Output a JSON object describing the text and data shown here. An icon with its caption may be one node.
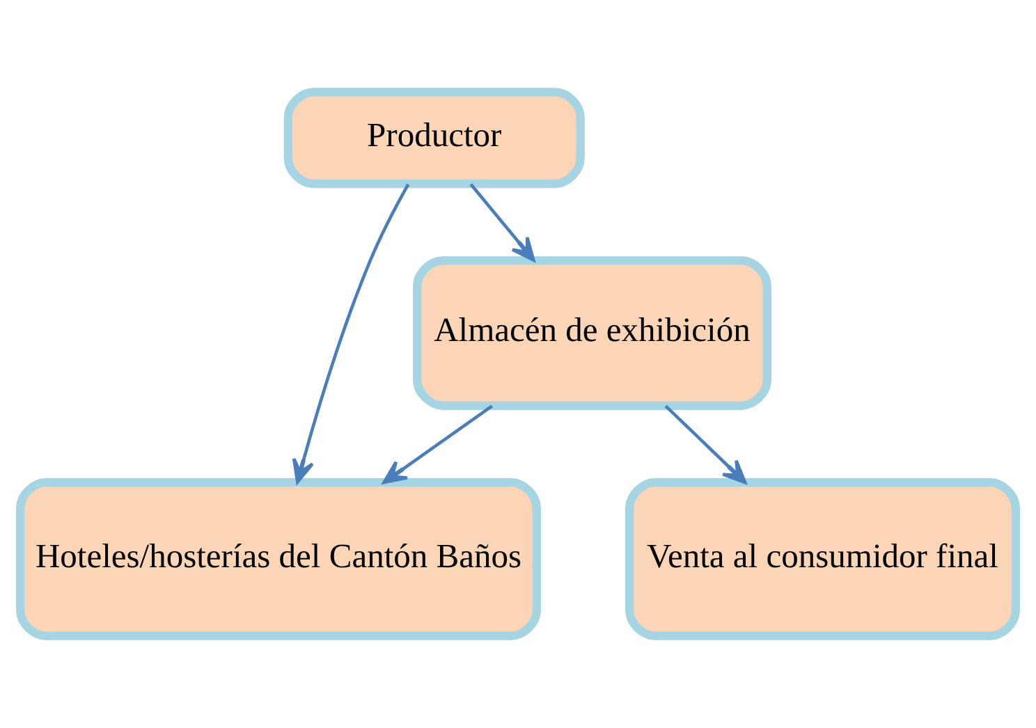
{
  "diagram": {
    "nodes": [
      {
        "text": [
          "Productor"
        ]
      },
      {
        "text": [
          "Almacén de exhibición"
        ]
      },
      {
        "text": [
          "Hoteles/hosterías del Cantón Baños"
        ]
      },
      {
        "text": [
          "Venta al consumidor final"
        ]
      }
    ],
    "edges": [
      {
        "from": 0,
        "to": 1,
        "arrow": "to"
      },
      {
        "from": 0,
        "to": 2,
        "arrow": "to"
      },
      {
        "from": 1,
        "to": 2,
        "arrow": "to"
      },
      {
        "from": 1,
        "to": 3,
        "arrow": "to"
      }
    ]
  }
}
